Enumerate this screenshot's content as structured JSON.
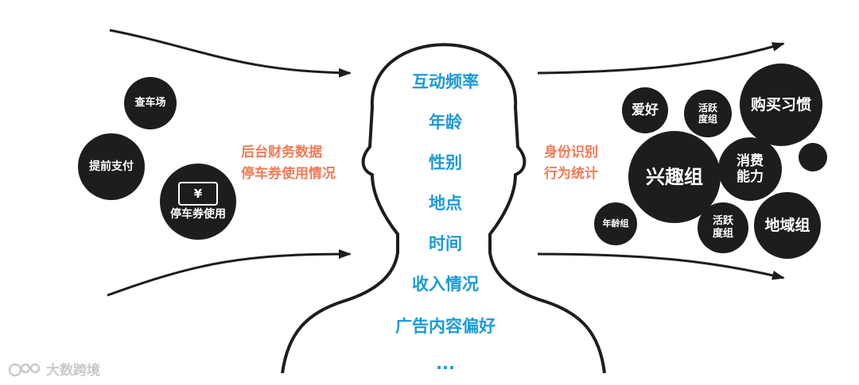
{
  "attributes": [
    "互动频率",
    "年龄",
    "性别",
    "地点",
    "时间",
    "收入情况",
    "广告内容偏好",
    "..."
  ],
  "sources": {
    "label_lines": [
      "后台财务数据",
      "停车券使用情况"
    ],
    "bubbles": {
      "check_parking": "查车场",
      "prepay": "提前支付",
      "coupon": "停车券使用",
      "coupon_symbol": "¥"
    }
  },
  "outputs": {
    "label_lines": [
      "身份识别",
      "行为统计"
    ],
    "bubbles": {
      "hobby": "爱好",
      "active1": [
        "活跃",
        "度组"
      ],
      "habit": "购买习惯",
      "interest": "兴趣组",
      "consume": [
        "消费",
        "能力"
      ],
      "age_group": "年龄组",
      "active2": [
        "活跃",
        "度组"
      ],
      "region": "地域组"
    }
  },
  "watermark": "大数跨境",
  "colors": {
    "attribute": "#1c9ad6",
    "mid_label": "#f07a55",
    "bubble": "#1d1d1f"
  }
}
